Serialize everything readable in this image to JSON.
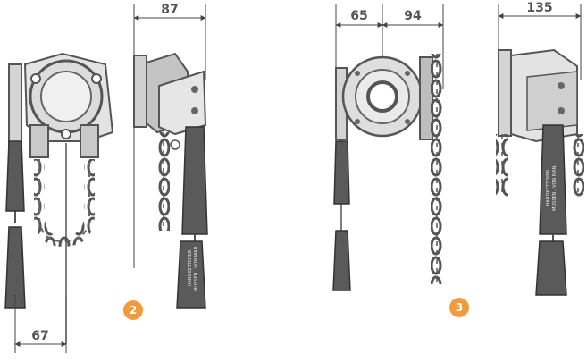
{
  "colors": {
    "dimension_line": "#444444",
    "dimension_text": "#555555",
    "part_fill_light": "#e6e6e6",
    "part_fill_mid": "#c9c9c9",
    "part_fill_dark": "#a8a8a8",
    "outline": "#555555",
    "handle_fill": "#555555",
    "marker_orange": "#f39a3c"
  },
  "dimensions": {
    "view1_bottom": "67",
    "view2_top": "87",
    "view3_top_left": "65",
    "view3_top_right": "94",
    "view4_top": "135"
  },
  "markers": {
    "second": "2",
    "third": "3"
  },
  "handle_labels": {
    "line1": "HANDKETTENER",
    "line2": "MUSSEN . VON MAN."
  }
}
